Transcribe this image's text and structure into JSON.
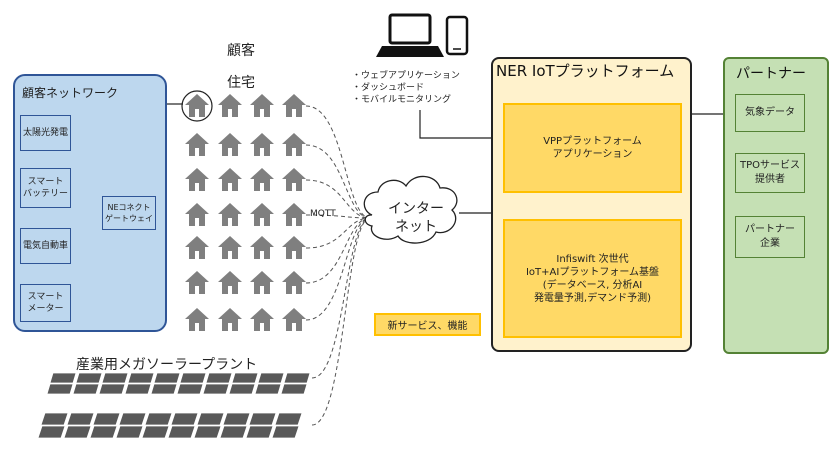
{
  "labels": {
    "customer_heading": "顧客",
    "house_heading": "住宅",
    "industrial_heading": "産業用メガソーラープラント",
    "mqtt": "MQTT",
    "internet": "インター\nネット",
    "new_services": "新サービス、機能"
  },
  "customer_network": {
    "title": "顧客ネットワーク",
    "devices": [
      "太陽光発電",
      "スマート\nバッテリー",
      "電気自動車",
      "スマート\nメーター"
    ],
    "gateway": "NEコネクト\nゲートウェイ"
  },
  "app_bullets": [
    "・ウェブアプリケーション",
    "・ダッシュボード",
    "・モバイルモニタリング"
  ],
  "ner_platform": {
    "title": "NER IoTプラットフォーム",
    "vpp": "VPPプラットフォーム\nアプリケーション",
    "infiswift": "Infiswift 次世代\nIoT+AIプラットフォーム基盤\n(データベース, 分析AI\n発電量予測,デマンド予測)"
  },
  "partners": {
    "title": "パートナー",
    "items": [
      "気象データ",
      "TPOサービス\n提供者",
      "パートナー\n企業"
    ]
  },
  "colors": {
    "customer_fill": "#bdd7ee",
    "customer_border": "#2f5597",
    "platform_fill": "#fff2cc",
    "platform_inner": "#ffd966",
    "platform_accent": "#ffc000",
    "partner_fill": "#c5e0b4",
    "partner_border": "#548235",
    "house": "#7f7f7f",
    "solar_panel": "#595959"
  },
  "icons": [
    "house-icon",
    "laptop-icon",
    "smartphone-icon",
    "cloud-icon",
    "solar-panel-icon"
  ]
}
